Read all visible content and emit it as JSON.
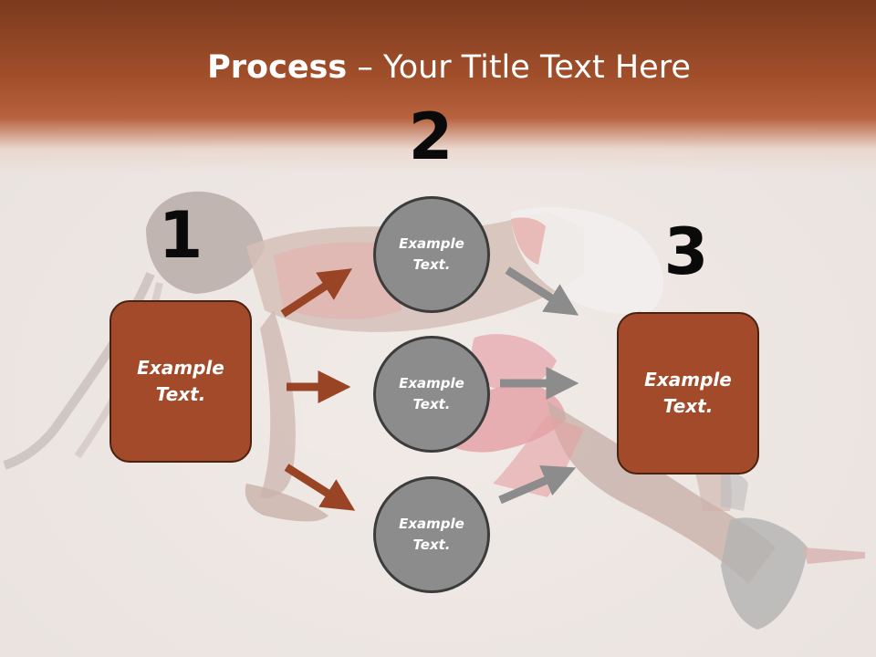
{
  "slide": {
    "title_bold": "Process",
    "title_rest": " – Your Title Text Here",
    "steps": [
      {
        "number": "1",
        "text_line1": "Example",
        "text_line2": "Text."
      },
      {
        "number": "2"
      },
      {
        "number": "3",
        "text_line1": "Example",
        "text_line2": "Text."
      }
    ],
    "circles": [
      {
        "text_line1": "Example",
        "text_line2": "Text."
      },
      {
        "text_line1": "Example",
        "text_line2": "Text."
      },
      {
        "text_line1": "Example",
        "text_line2": "Text."
      }
    ]
  },
  "colors": {
    "header": "#a24f2b",
    "box_fill": "#a24a2a",
    "circle_fill": "#8c8c8c",
    "arrow_left": "#9a4426",
    "arrow_right": "#8c8c8c"
  },
  "icons": {
    "background": "faded-athlete-stretching-photo",
    "arrows": "arrow-right-icon"
  }
}
